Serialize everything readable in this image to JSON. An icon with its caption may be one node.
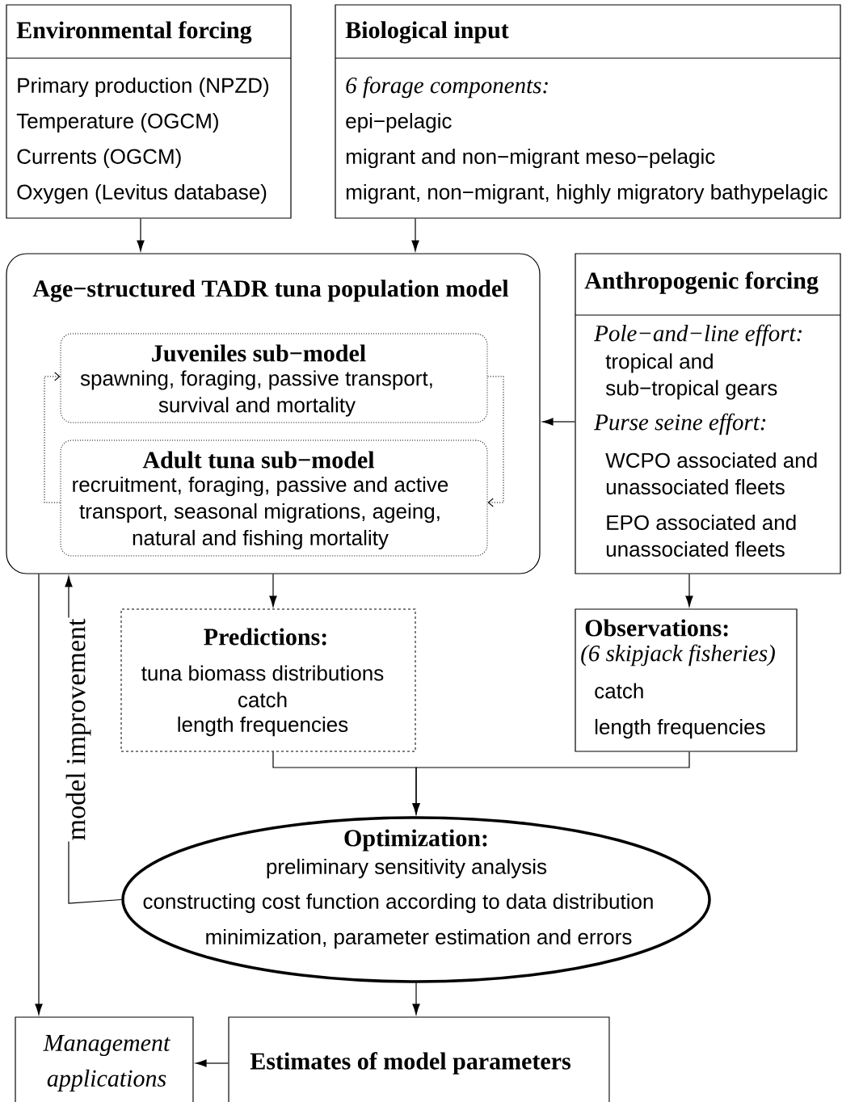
{
  "diagram": {
    "nodes": [
      {
        "text": [
          "Environmental forcing",
          "Primary production (NPZD)",
          "Temperature (OGCM)",
          "Currents (OGCM)",
          "Oxygen (Levitus database)"
        ]
      },
      {
        "text": [
          "Biological input",
          "6 forage components:",
          "epi−pelagic",
          "migrant and non−migrant meso−pelagic",
          "migrant, non−migrant, highly migratory bathypelagic"
        ]
      },
      {
        "text": [
          "Age−structured TADR tuna population model"
        ]
      },
      {
        "text": [
          "Juveniles sub−model",
          "spawning, foraging, passive transport, survival and mortality"
        ],
        "in": 2
      },
      {
        "text": [
          "Adult tuna sub−model",
          "recruitment, foraging, passive and active transport, seasonal migrations, ageing, natural and fishing mortality"
        ],
        "in": 2
      },
      {
        "text": [
          "Anthropogenic forcing",
          "Pole−and−line effort:",
          "tropical and sub−tropical gears",
          "Purse seine effort:",
          "WCPO associated and unassociated fleets",
          "EPO associated and unassociated fleets"
        ]
      },
      {
        "text": [
          "Predictions:",
          "tuna biomass distributions",
          "catch",
          "length frequencies"
        ]
      },
      {
        "text": [
          "Observations:",
          "(6 skipjack fisheries)",
          "catch",
          "length frequencies"
        ]
      },
      {
        "text": [
          "Optimization:",
          "preliminary sensitivity analysis",
          "constructing cost function according to data distribution",
          "minimization, parameter estimation and errors"
        ]
      },
      {
        "text": [
          "Management applications"
        ]
      },
      {
        "text": [
          "Estimates of model parameters"
        ]
      }
    ],
    "edges": [
      {
        "from": 0,
        "to": 2,
        "arrow": "to"
      },
      {
        "from": 1,
        "to": 2,
        "arrow": "to"
      },
      {
        "from": 5,
        "to": 2,
        "arrow": "to"
      },
      {
        "from": 4,
        "to": 3,
        "arrow": "to",
        "style": "dashed"
      },
      {
        "from": 3,
        "to": 4,
        "arrow": "to",
        "style": "dashed"
      },
      {
        "from": 2,
        "to": 6,
        "arrow": "to"
      },
      {
        "from": 5,
        "to": 7,
        "arrow": "to"
      },
      {
        "from": 6,
        "to": 8,
        "arrow": "to"
      },
      {
        "from": 7,
        "to": 8,
        "arrow": "to"
      },
      {
        "from": 8,
        "to": 2,
        "arrow": "to",
        "label": "model improvement"
      },
      {
        "from": 2,
        "to": 9,
        "arrow": "to"
      },
      {
        "from": 8,
        "to": 10,
        "arrow": "to"
      },
      {
        "from": 10,
        "to": 9,
        "arrow": "to"
      }
    ]
  }
}
